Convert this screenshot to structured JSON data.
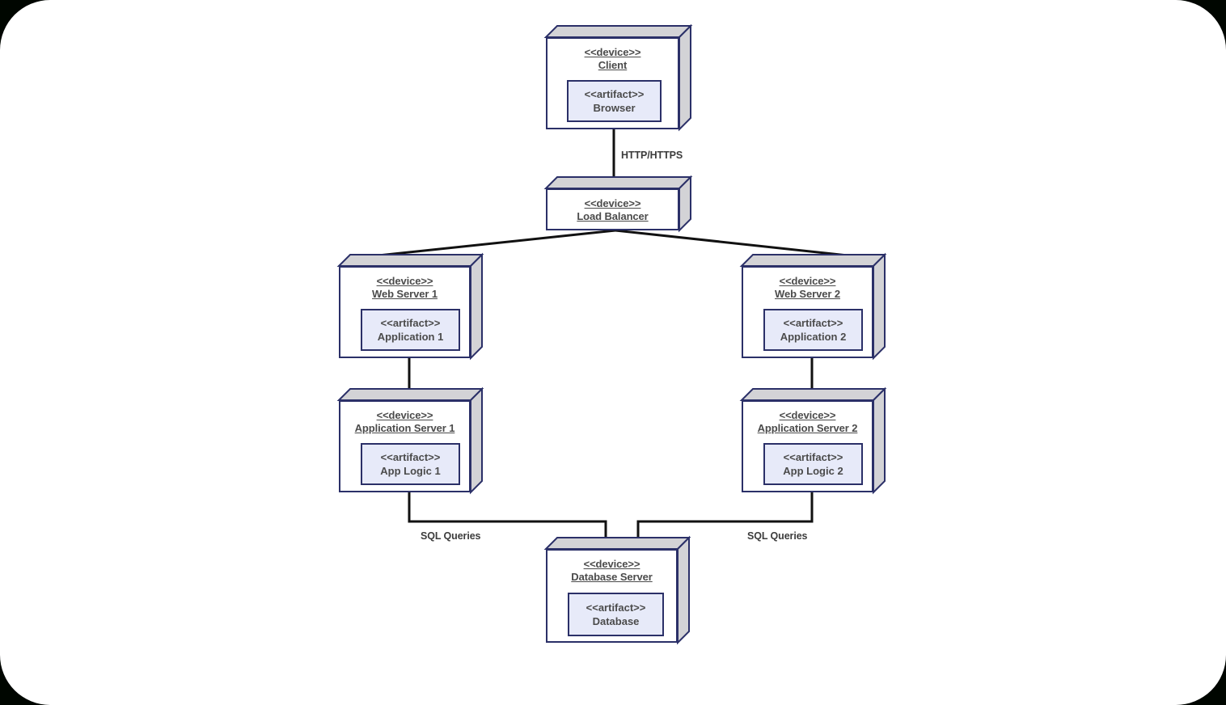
{
  "diagram": {
    "kind": "uml-deployment-diagram",
    "background_color": "#ffffff",
    "outer_color": "#000600",
    "node_border_color": "#2b3068",
    "node_face_color": "#ffffff",
    "node_shade_color": "#d3d3d6",
    "artifact_fill_color": "#e7eaf9",
    "text_color": "#4b4b4b",
    "edge_color": "#111111"
  },
  "stereotypes": {
    "device": "<<device>>",
    "artifact": "<<artifact>>"
  },
  "nodes": [
    {
      "id": "client",
      "stereotype": "<<device>>",
      "name": "Client",
      "artifact": {
        "stereotype": "<<artifact>>",
        "name": "Browser"
      }
    },
    {
      "id": "load-balancer",
      "stereotype": "<<device>>",
      "name": "Load Balancer",
      "artifact": null
    },
    {
      "id": "web-server-1",
      "stereotype": "<<device>>",
      "name": "Web Server 1",
      "artifact": {
        "stereotype": "<<artifact>>",
        "name": "Application 1"
      }
    },
    {
      "id": "web-server-2",
      "stereotype": "<<device>>",
      "name": "Web Server 2",
      "artifact": {
        "stereotype": "<<artifact>>",
        "name": "Application 2"
      }
    },
    {
      "id": "application-server-1",
      "stereotype": "<<device>>",
      "name": "Application Server 1",
      "artifact": {
        "stereotype": "<<artifact>>",
        "name": "App Logic 1"
      }
    },
    {
      "id": "application-server-2",
      "stereotype": "<<device>>",
      "name": "Application Server 2",
      "artifact": {
        "stereotype": "<<artifact>>",
        "name": "App Logic 2"
      }
    },
    {
      "id": "database-server",
      "stereotype": "<<device>>",
      "name": "Database Server",
      "artifact": {
        "stereotype": "<<artifact>>",
        "name": "Database"
      }
    }
  ],
  "connections": [
    {
      "id": "client-to-lb",
      "from": "client",
      "to": "load-balancer",
      "label": "HTTP/HTTPS"
    },
    {
      "id": "lb-to-web1",
      "from": "load-balancer",
      "to": "web-server-1",
      "label": ""
    },
    {
      "id": "lb-to-web2",
      "from": "load-balancer",
      "to": "web-server-2",
      "label": ""
    },
    {
      "id": "web1-to-app1",
      "from": "web-server-1",
      "to": "application-server-1",
      "label": ""
    },
    {
      "id": "web2-to-app2",
      "from": "web-server-2",
      "to": "application-server-2",
      "label": ""
    },
    {
      "id": "app1-to-db",
      "from": "application-server-1",
      "to": "database-server",
      "label": "SQL Queries"
    },
    {
      "id": "app2-to-db",
      "from": "application-server-2",
      "to": "database-server",
      "label": "SQL Queries"
    }
  ],
  "labels": {
    "http": "HTTP/HTTPS",
    "sql_left": "SQL Queries",
    "sql_right": "SQL Queries"
  }
}
